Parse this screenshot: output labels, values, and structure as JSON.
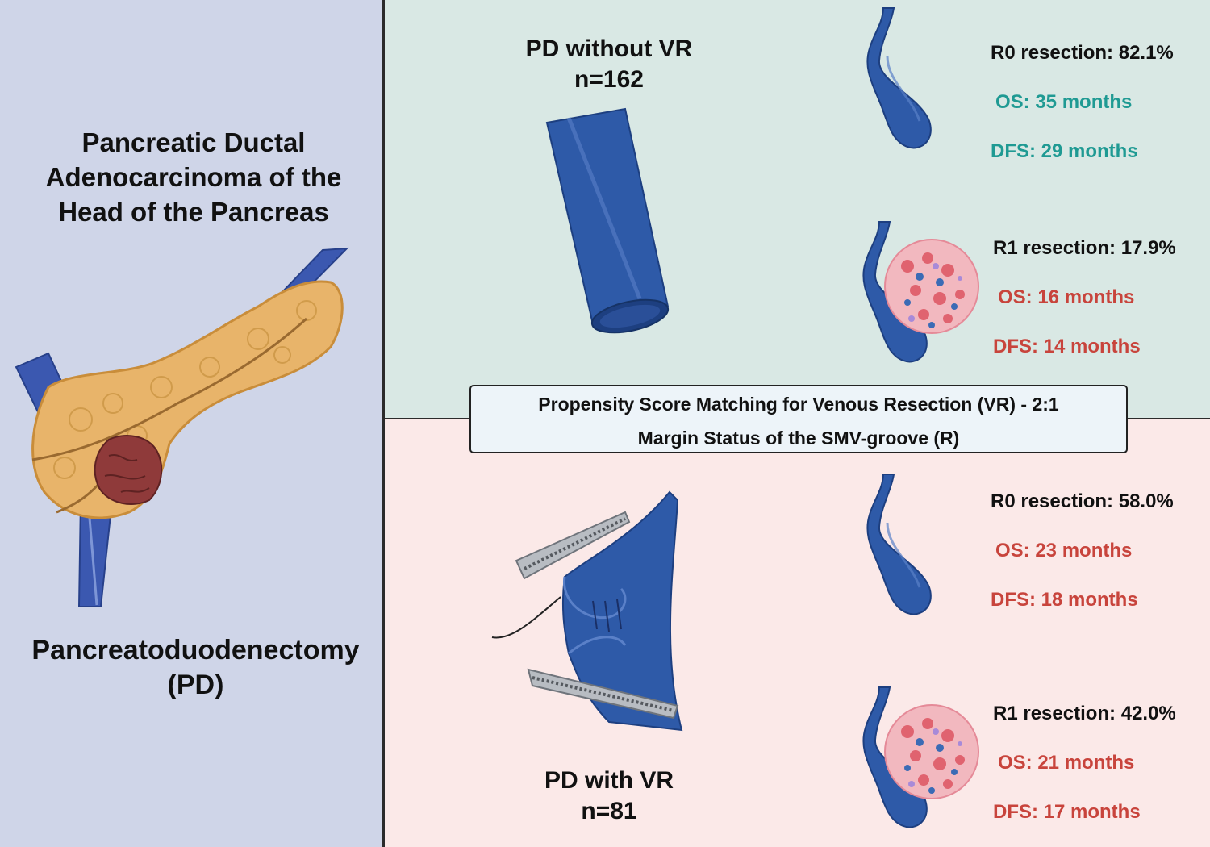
{
  "left": {
    "title": "Pancreatic Ductal Adenocarcinoma of the Head of the Pancreas",
    "procedure": "Pancreatoduodenectomy (PD)"
  },
  "top_group": {
    "title": "PD without VR",
    "n": "n=162",
    "r0": {
      "label": "R0 resection: 82.1%",
      "os": "OS: 35 months",
      "dfs": "DFS: 29 months"
    },
    "r1": {
      "label": "R1 resection: 17.9%",
      "os": "OS: 16 months",
      "dfs": "DFS: 14 months"
    }
  },
  "matching_box": {
    "line1": "Propensity Score Matching for Venous Resection (VR) - 2:1",
    "line2": "Margin Status of the SMV-groove (R)"
  },
  "bottom_group": {
    "title": "PD with VR",
    "n": "n=81",
    "r0": {
      "label": "R0 resection: 58.0%",
      "os": "OS: 23 months",
      "dfs": "DFS: 18 months"
    },
    "r1": {
      "label": "R1 resection: 42.0%",
      "os": "OS: 21 months",
      "dfs": "DFS: 17 months"
    }
  },
  "colors": {
    "left_bg": "#cfd5e8",
    "top_bg": "#d9e8e4",
    "bottom_bg": "#fbe9e8",
    "vein_blue": "#2e5aa8",
    "pancreas": "#e8b46a",
    "tumor": "#8f3a3a",
    "good_outcome": "#1f9a93",
    "poor_outcome": "#c8443c"
  },
  "icons": [
    "pancreas-icon",
    "tumor-icon",
    "vein-tube-icon",
    "vein-icon",
    "tumor-cells-icon",
    "vein-clamp-icon"
  ]
}
